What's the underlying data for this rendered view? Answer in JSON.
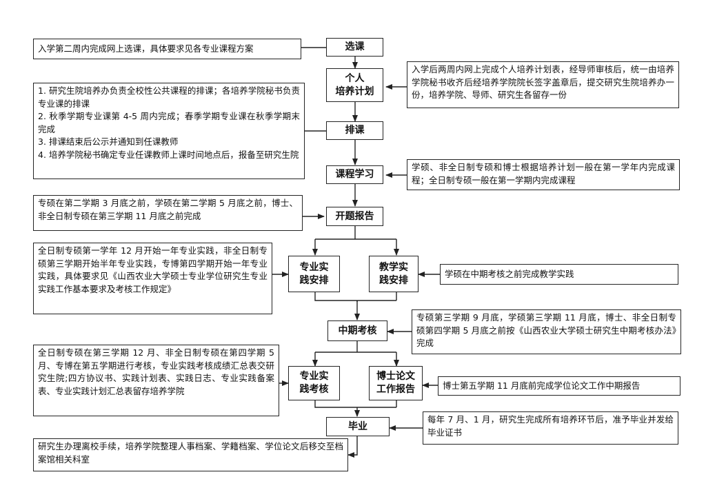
{
  "nodes": {
    "xuanke": "选课",
    "plan_l1": "个人",
    "plan_l2": "培养计划",
    "paike": "排课",
    "study": "课程学习",
    "kaiti": "开题报告",
    "zysj_l1": "专业实",
    "zysj_l2": "践安排",
    "jxsj_l1": "教学实",
    "jxsj_l2": "践安排",
    "midterm": "中期考核",
    "zykh_l1": "专业实",
    "zykh_l2": "践考核",
    "bslw_l1": "博士论文",
    "bslw_l2": "工作报告",
    "biye": "毕业"
  },
  "notes": {
    "xuanke": "入学第二周内完成网上选课，具体要求见各专业课程方案",
    "plan": "入学后两周内网上完成个人培养计划表，经导师审核后，统一由培养学院秘书收齐后经培养学院院长签字盖章后，提交研究生院培养办一份，培养学院、导师、研究生各留存一份",
    "paike": [
      "1. 研究生院培养办负责全校性公共课程的排课；各培养学院秘书负责专业课的排课",
      "2. 秋季学期专业课第 4-5 周内完成；春季学期专业课在秋季学期末完成",
      "3. 排课结束后公示并通知到任课教师",
      "4. 培养学院秘书确定专业任课教师上课时间地点后，报备至研究生院"
    ],
    "study": "学硕、非全日制专硕和博士根据培养计划一般在第一学年内完成课程；全日制专硕一般在第一学期内完成课程",
    "kaiti": "专硕在第二学期 3 月底之前，学硕在第二学期 5 月底之前，博士、非全日制专硕在第三学期 11 月底之前完成",
    "zysj": "全日制专硕第一学年 12 月开始一年专业实践，非全日制专硕第三学期开始半年专业实践，专博第四学期开始一年专业实践，具体要求见《山西农业大学硕士专业学位研究生专业实践工作基本要求及考核工作规定》",
    "jxsj": "学硕在中期考核之前完成教学实践",
    "midterm": "专硕第三学期 9 月底，学硕第三学期 11 月底，博士、非全日制专硕第四学期 5 月底之前按《山西农业大学硕士研究生中期考核办法》完成",
    "zykh": "全日制专硕在第三学期 12 月、非全日制专硕在第四学期 5 月、专博在第五学期进行考核，专业实践考核成绩汇总表交研究生院;四方协议书、实践计划表、实践日志、专业实践备案表、专业实践计划汇总表留存培养学院",
    "bslw": "博士第五学期 11 月底前完成学位论文工作中期报告",
    "biye": "每年 7 月、1 月，研究生完成所有培养环节后，准予毕业并发给毕业证书",
    "leave": "研究生办理离校手续，培养学院整理人事档案、学籍档案、学位论文后移交至档案馆相关科室"
  }
}
